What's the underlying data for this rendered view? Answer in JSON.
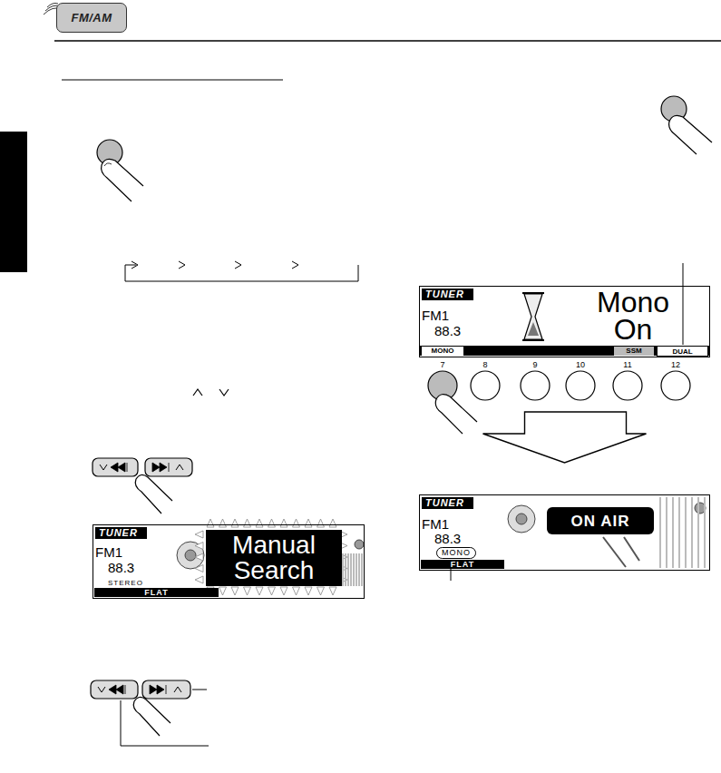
{
  "diagram": {
    "nodes": [
      {
        "text": [
          "FM/AM"
        ]
      },
      {
        "text": [
          "TUNER",
          "FM1",
          "88.3",
          "STEREO",
          "FLAT"
        ]
      },
      {
        "text": [
          "Manual Search"
        ],
        "in": 1
      },
      {
        "text": [
          "TUNER",
          "FM1",
          "88.3",
          "Mono On",
          "MONO",
          "SSM",
          "DUAL"
        ]
      },
      {
        "text": [
          "TUNER",
          "FM1",
          "88.3",
          "MONO",
          "FLAT"
        ]
      },
      {
        "text": [
          "ON AIR"
        ],
        "in": 4
      }
    ],
    "edges": [
      {
        "from": 3,
        "to": 4,
        "arrow": "to"
      }
    ],
    "labels": [
      "7",
      "8",
      "9",
      "10",
      "11",
      "12"
    ]
  }
}
